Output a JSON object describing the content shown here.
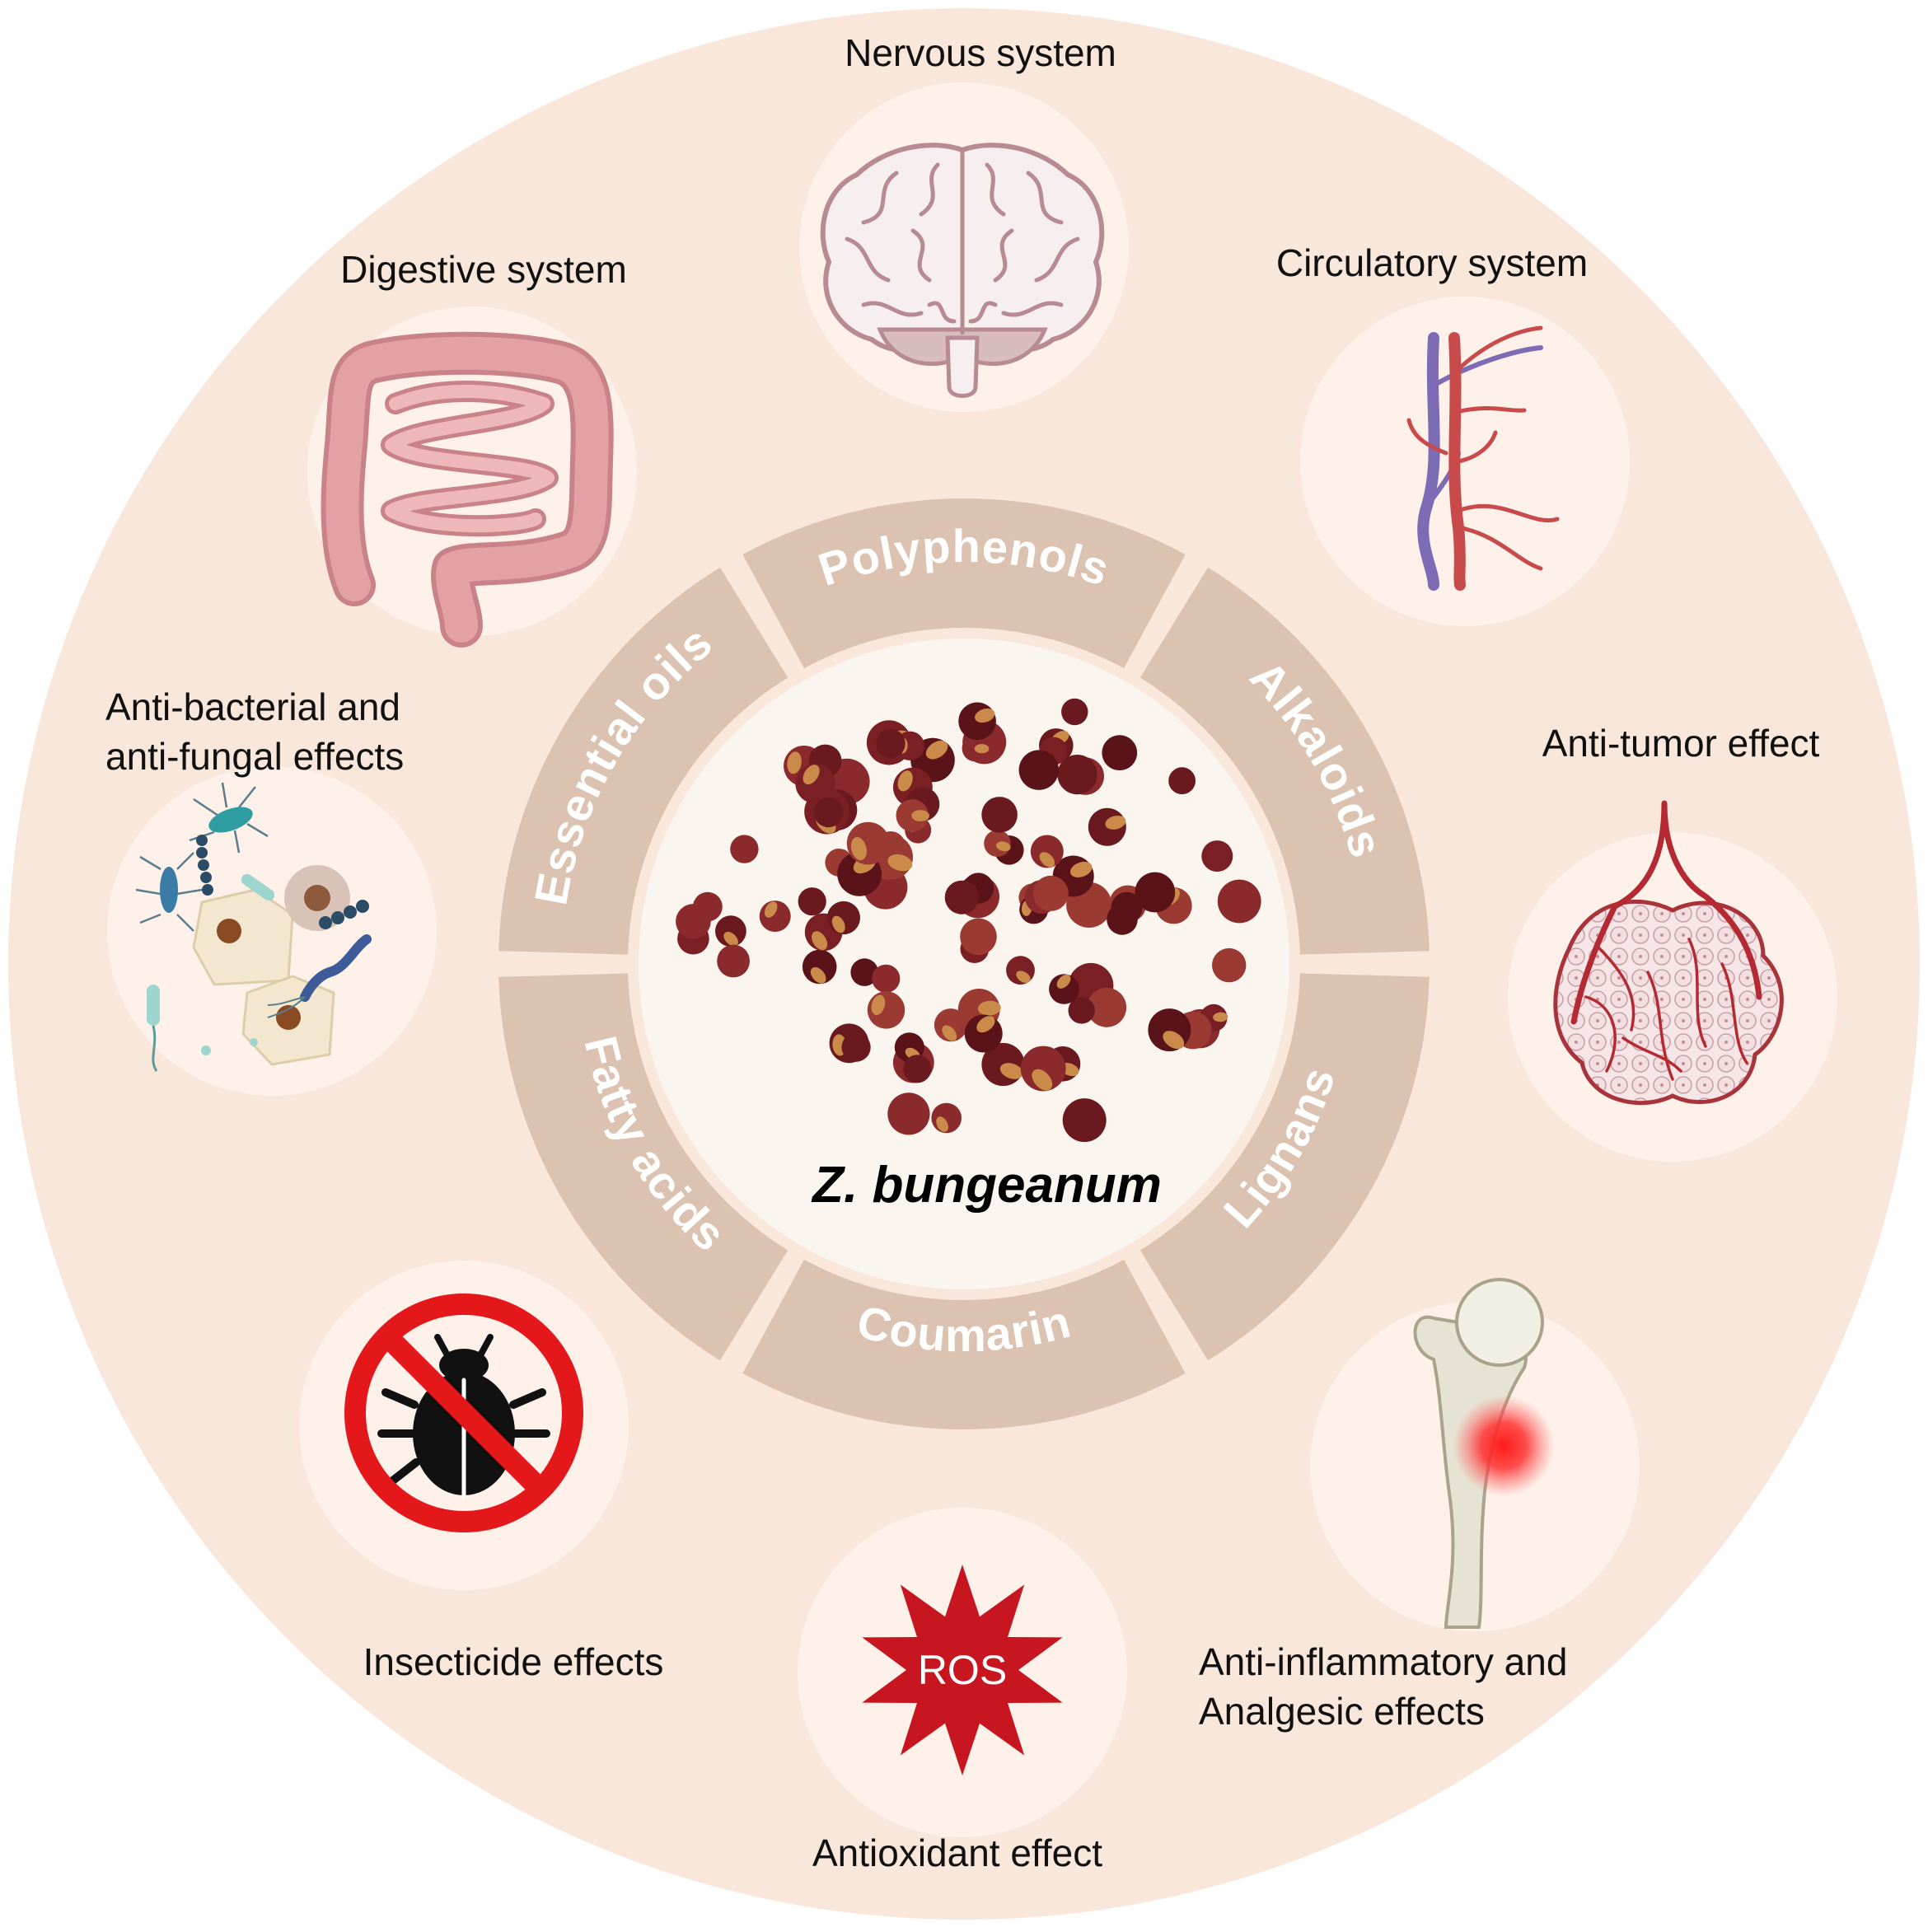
{
  "center": {
    "label": "Z. bungeanum"
  },
  "compound_classes": [
    {
      "label": "Polyphenols"
    },
    {
      "label": "Alkaloids"
    },
    {
      "label": "Lignans"
    },
    {
      "label": "Coumarin"
    },
    {
      "label": "Fatty acids"
    },
    {
      "label": "Essential oils"
    }
  ],
  "effects": [
    {
      "lines": [
        "Nervous system"
      ],
      "icon": "brain-icon"
    },
    {
      "lines": [
        "Circulatory system"
      ],
      "icon": "blood-vessel-icon"
    },
    {
      "lines": [
        "Anti-tumor effect"
      ],
      "icon": "tumor-icon"
    },
    {
      "lines": [
        "Anti-inflammatory and",
        "Analgesic effects"
      ],
      "icon": "bone-joint-icon"
    },
    {
      "lines": [
        "Antioxidant effect"
      ],
      "icon": "ros-star-icon",
      "icon_text": "ROS"
    },
    {
      "lines": [
        "Insecticide effects"
      ],
      "icon": "no-insect-icon"
    },
    {
      "lines": [
        "Anti-bacterial and",
        "anti-fungal effects"
      ],
      "icon": "microbes-icon"
    },
    {
      "lines": [
        "Digestive system"
      ],
      "icon": "intestine-icon"
    }
  ],
  "colors": {
    "outer_disc": "#f9e7db",
    "icon_circle": "#fdf1ea",
    "ring_segment": "#dcc3b1",
    "center_disc": "#fbf5ef",
    "brain_fill": "#f6eeef",
    "brain_stroke": "#b88a92",
    "artery": "#c94a4a",
    "vein": "#7d6bb6",
    "intestine": "#e3a1a5",
    "stop_red": "#e4181b",
    "ros_red": "#c7161f",
    "bone": "#e7e3d4",
    "peppercorn": "#7a1f24"
  }
}
